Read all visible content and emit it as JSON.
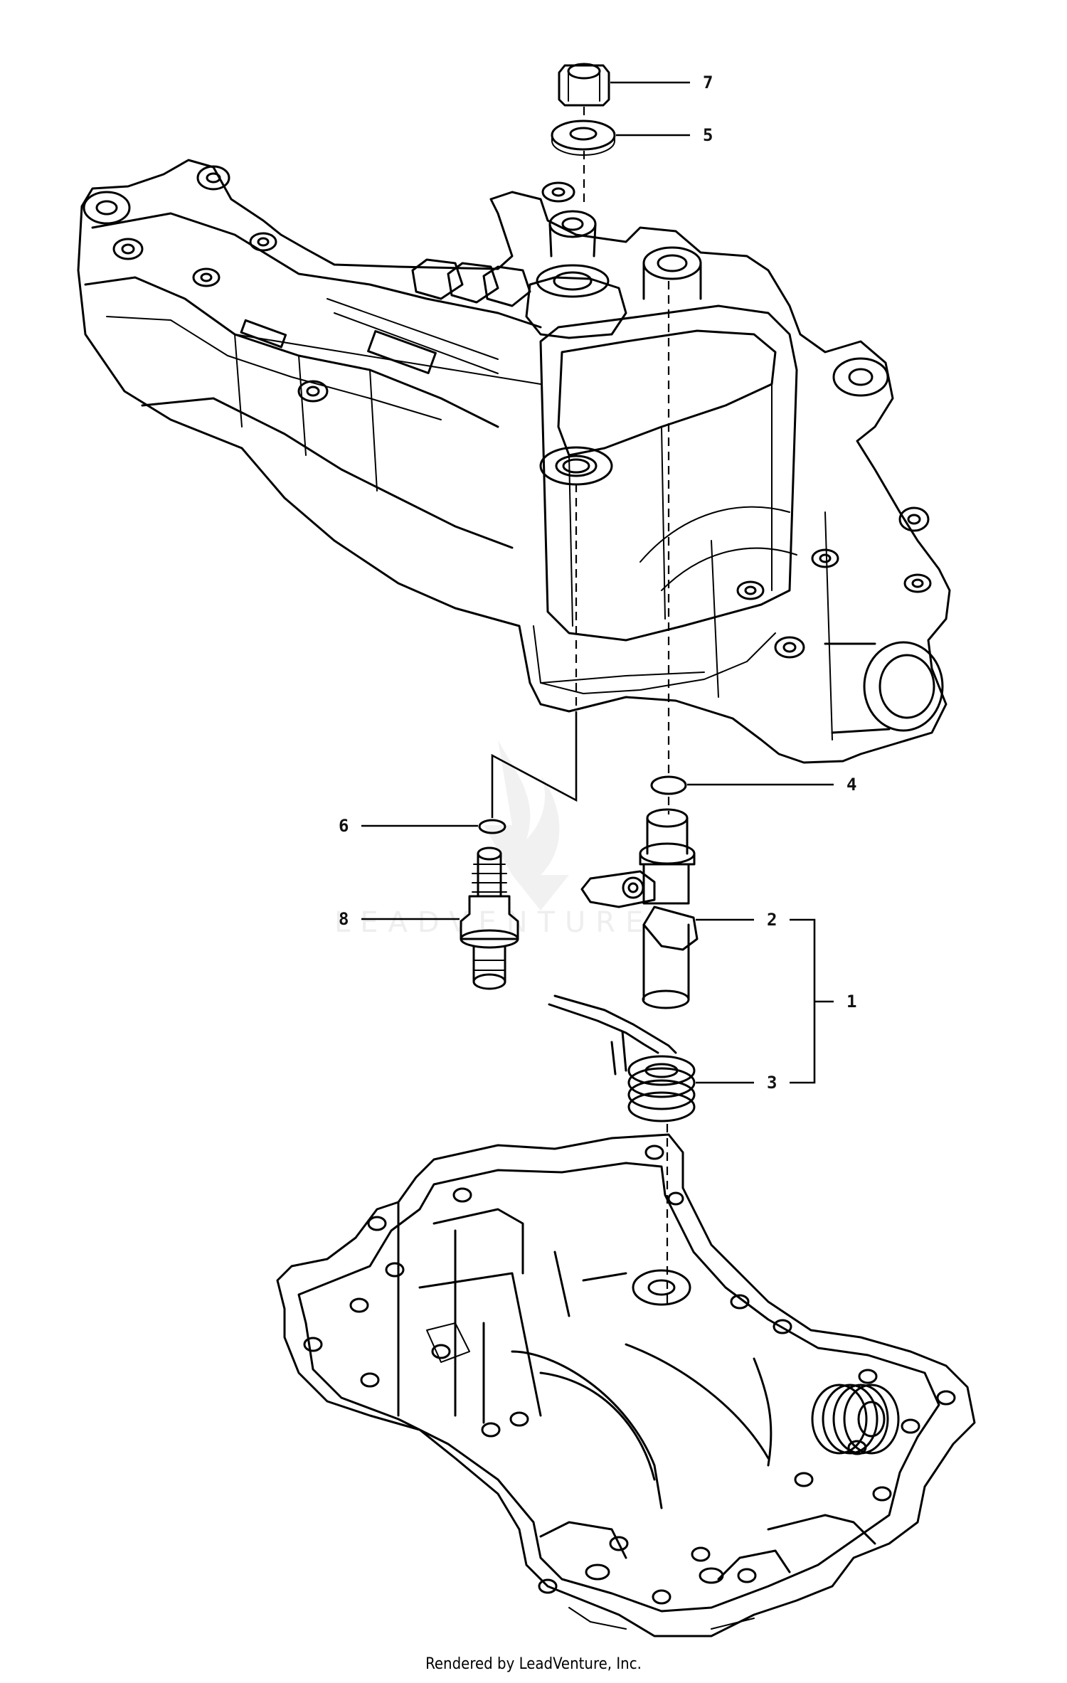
{
  "callouts": {
    "c7": "7",
    "c5": "5",
    "c4": "4",
    "c6": "6",
    "c8": "8",
    "c2": "2",
    "c1": "1",
    "c3": "3"
  },
  "watermark": "LEADVENTURE",
  "footer": "Rendered by LeadVenture, Inc."
}
